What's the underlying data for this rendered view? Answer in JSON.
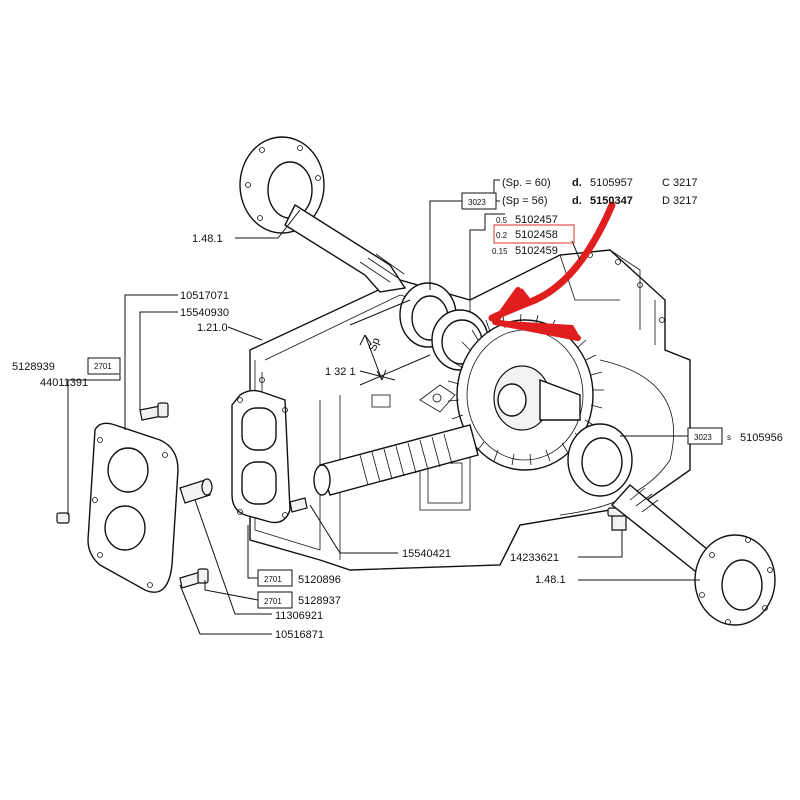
{
  "colors": {
    "ink": "#111111",
    "arrow": "#e11e1e",
    "highlight": "#e0564f",
    "background": "#ffffff"
  },
  "labels": {
    "shaft_top": "1.48.1",
    "ring_box_left": "3023",
    "sp60": "(Sp. = 60)",
    "sp60_d": "d.",
    "sp60_part": "5105957",
    "sp60_code": "C 3217",
    "sp56": "(Sp = 56)",
    "sp56_d": "d.",
    "sp56_part": "5150347",
    "sp56_code": "D 3217",
    "shim1_thk": "0.5",
    "shim1_part": "5102457",
    "shim2_thk": "0.2",
    "shim2_part": "5102458",
    "shim3_thk": "0.15",
    "shim3_part": "5102459",
    "p10517071": "10517071",
    "p15540930": "15540930",
    "p1210": "1.21.0",
    "sp": "Sp",
    "p1321": "1 32 1",
    "p5128939": "5128939",
    "box2701_a": "2701",
    "p44011391": "44011391",
    "box3023_right": "3023",
    "s_label": "s",
    "p5105956": "5105956",
    "p15540421": "15540421",
    "p14233621": "14233621",
    "shaft_bottom": "1.48.1",
    "box2701_b": "2701",
    "p5120896": "5120896",
    "box2701_c": "2701",
    "p5128937": "5128937",
    "p11306921": "11306921",
    "p10516871": "10516871"
  }
}
